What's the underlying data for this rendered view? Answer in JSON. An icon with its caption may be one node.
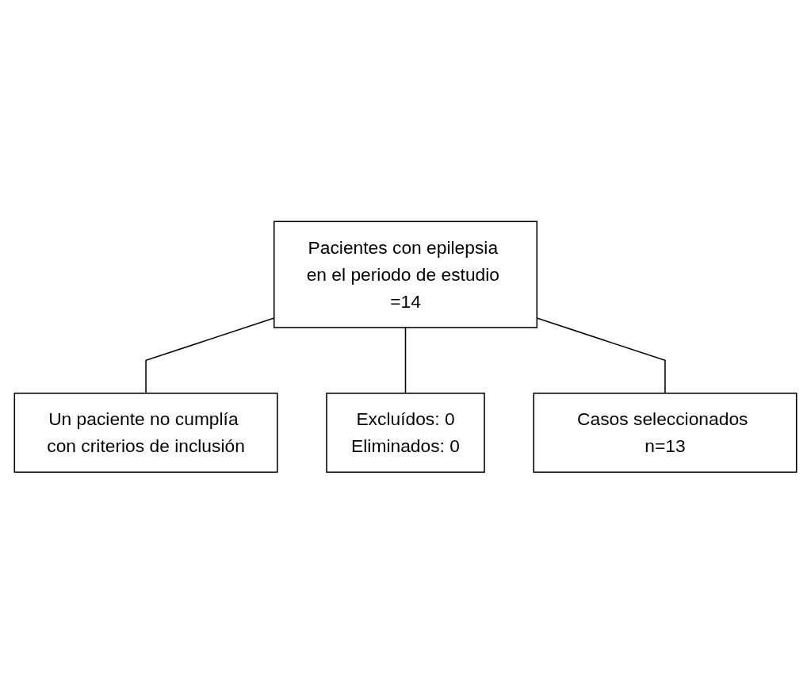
{
  "diagram": {
    "nodes": [
      {
        "text": [
          "Pacientes con epilepsia en el periodo de estudio =14"
        ]
      },
      {
        "text": [
          "Un paciente no cumplía con criterios de inclusión"
        ]
      },
      {
        "text": [
          "Excluídos: 0",
          "Eliminados: 0"
        ]
      },
      {
        "text": [
          "Casos seleccionados n=13"
        ]
      }
    ],
    "edges": [
      {
        "from": 0,
        "to": 1,
        "arrow": "none"
      },
      {
        "from": 0,
        "to": 2,
        "arrow": "none"
      },
      {
        "from": 0,
        "to": 3,
        "arrow": "none"
      }
    ]
  }
}
